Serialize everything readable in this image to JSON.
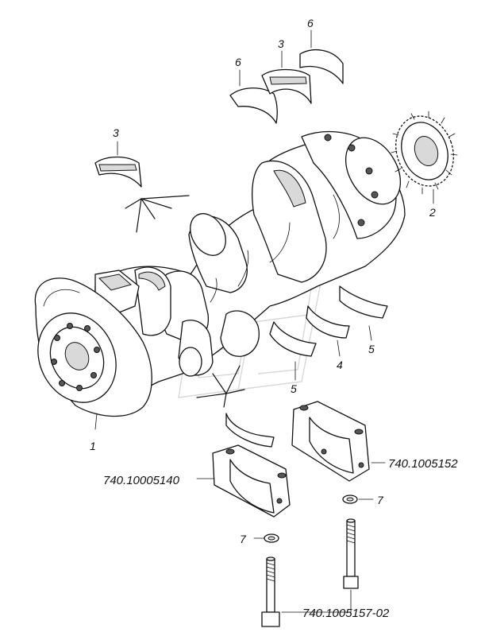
{
  "diagram": {
    "callouts": [
      {
        "id": "c6a",
        "text": "6"
      },
      {
        "id": "c3a",
        "text": "3"
      },
      {
        "id": "c6b",
        "text": "6"
      },
      {
        "id": "c3b",
        "text": "3"
      },
      {
        "id": "c2",
        "text": "2"
      },
      {
        "id": "c5a",
        "text": "5"
      },
      {
        "id": "c4",
        "text": "4"
      },
      {
        "id": "c5b",
        "text": "5"
      },
      {
        "id": "c1",
        "text": "1"
      },
      {
        "id": "c7a",
        "text": "7"
      },
      {
        "id": "c7b",
        "text": "7"
      }
    ],
    "part_numbers": {
      "cap_left": "740.10005140",
      "cap_right": "740.1005152",
      "bolt": "740.1005157-02"
    },
    "colors": {
      "line": "#111111",
      "shade": "#d9d9d9",
      "watermark": "#d8d8d8"
    }
  }
}
